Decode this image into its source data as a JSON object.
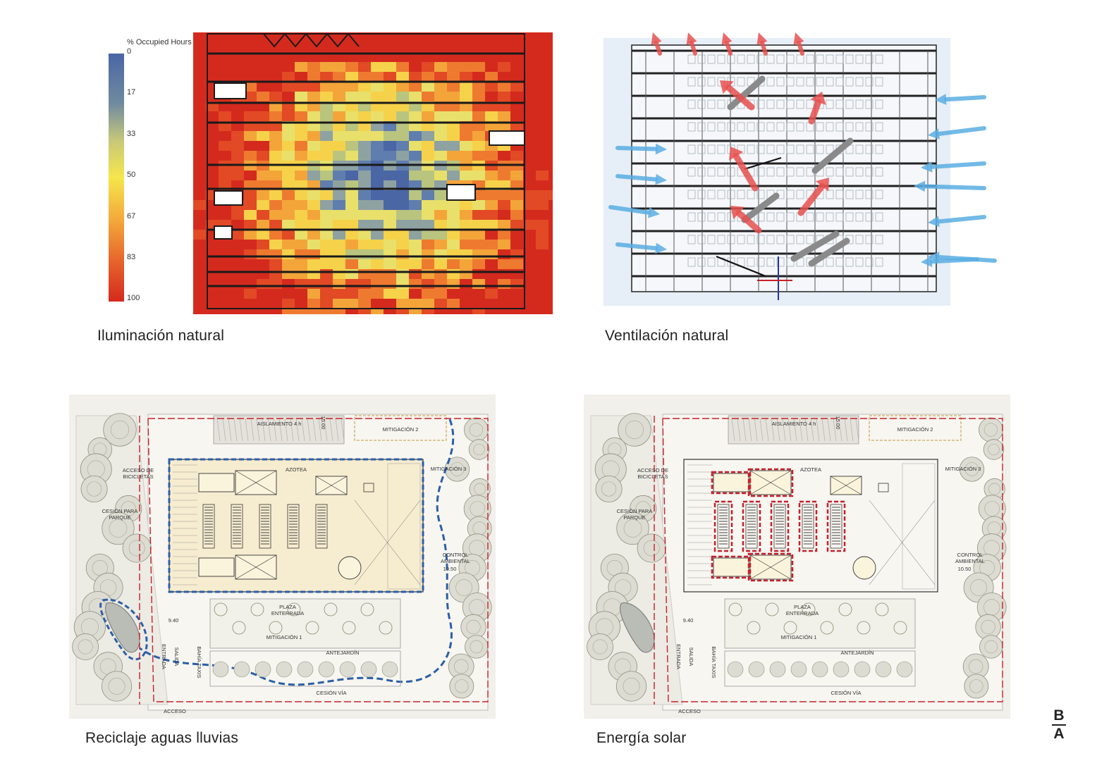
{
  "panels": {
    "lighting": {
      "caption": "Iluminación natural",
      "legend_title": "% Occupied Hours",
      "legend_ticks": [
        "0",
        "17",
        "33",
        "50",
        "67",
        "83",
        "100"
      ]
    },
    "ventilation": {
      "caption": "Ventilación natural"
    },
    "rainwater": {
      "caption": "Reciclaje aguas lluvias"
    },
    "solar": {
      "caption": "Energía solar"
    }
  },
  "plan_labels": {
    "aislamiento": "AISLAMIENTO 4 h",
    "dim_15": "15.00",
    "mitigacion2": "MITIGACIÓN 2",
    "azotea": "AZOTEA",
    "mitigacion3": "MITIGACIÓN 3",
    "acceso_bicicletas_1": "ACCESO DE",
    "acceso_bicicletas_2": "BICICLETAS",
    "cesion_parque_1": "CESIÓN PARA",
    "cesion_parque_2": "PARQUE",
    "control_1": "CONTROL",
    "control_2": "AMBIENTAL",
    "dim_1050": "10.50",
    "plaza_1": "PLAZA",
    "plaza_2": "ENTERRADA",
    "dim_940": "9.40",
    "mitigacion1": "MITIGACIÓN 1",
    "antejardin": "ANTEJARDÍN",
    "bahia": "BAHÍA TAXIS",
    "salida": "SALIDA",
    "entrada": "ENTRADA",
    "cesion_via": "CESIÓN VÍA",
    "acceso": "ACCESO"
  },
  "logo": {
    "top": "B",
    "bottom": "A"
  },
  "colors": {
    "heat_high": "#d9301f",
    "heat_mid": "#f2e04a",
    "heat_low": "#4a6ea8",
    "air_warm": "#e8514f",
    "air_cool": "#5aaee3",
    "rain_path": "#2b5fa8",
    "boundary": "#c8202a"
  }
}
